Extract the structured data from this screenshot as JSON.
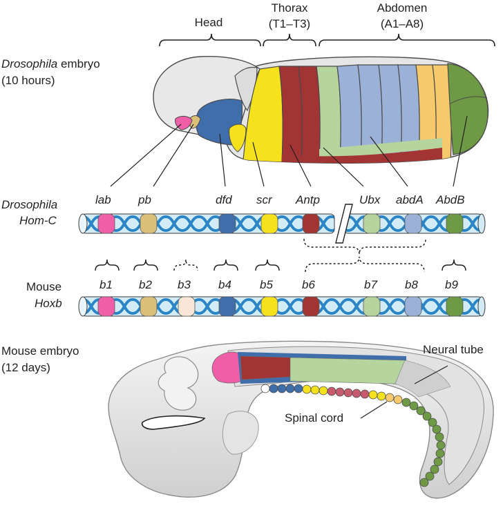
{
  "regions": {
    "head": "Head",
    "thorax": "Thorax",
    "thorax_range": "(T1–T3)",
    "abdomen": "Abdomen",
    "abdomen_range": "(A1–A8)"
  },
  "fly_embryo": {
    "name_italic": "Drosophila",
    "name_rest": " embryo",
    "age": "(10 hours)"
  },
  "fly_cluster": {
    "line1": "Drosophila",
    "line2": "Hom-C",
    "genes": [
      "lab",
      "pb",
      "dfd",
      "scr",
      "Antp",
      "Ubx",
      "abdA",
      "AbdB"
    ]
  },
  "mouse_cluster": {
    "line1": "Mouse",
    "line2": "Hoxb",
    "genes": [
      "b1",
      "b2",
      "b3",
      "b4",
      "b5",
      "b6",
      "b7",
      "b8",
      "b9"
    ]
  },
  "mouse_embryo": {
    "name": "Mouse embryo",
    "age": "(12 days)",
    "neural_tube": "Neural tube",
    "spinal_cord": "Spinal cord"
  },
  "colors": {
    "lab": "#ee5fa7",
    "pb": "#dcc07a",
    "b3": "#f8e6d6",
    "dfd": "#3f6eaa",
    "scr": "#f6e21c",
    "antp": "#a23434",
    "ubx": "#b6d49d",
    "abda": "#9cb1d7",
    "abdb": "#6f9a45",
    "orange": "#f6c96c",
    "helix": "#2a86c6",
    "dna_fill": "#d1ebf7"
  }
}
